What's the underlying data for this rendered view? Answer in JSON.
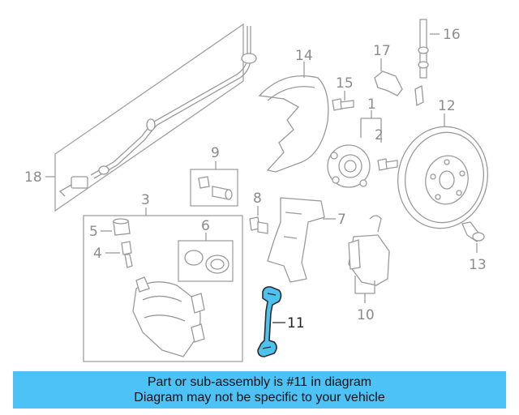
{
  "diagram": {
    "callouts": {
      "c1": "1",
      "c2": "2",
      "c3": "3",
      "c4": "4",
      "c5": "5",
      "c6": "6",
      "c7": "7",
      "c8": "8",
      "c9": "9",
      "c10": "10",
      "c11": "11",
      "c12": "12",
      "c13": "13",
      "c14": "14",
      "c15": "15",
      "c16": "16",
      "c17": "17",
      "c18": "18"
    },
    "highlighted_part": "11",
    "colors": {
      "highlight": "#4dc2ee",
      "banner": "#4dc2f7",
      "line_art": "#9a9a9a"
    }
  },
  "banner": {
    "line1": "Part or sub-assembly is #11 in diagram",
    "line2": "Diagram may not be specific to your vehicle"
  }
}
